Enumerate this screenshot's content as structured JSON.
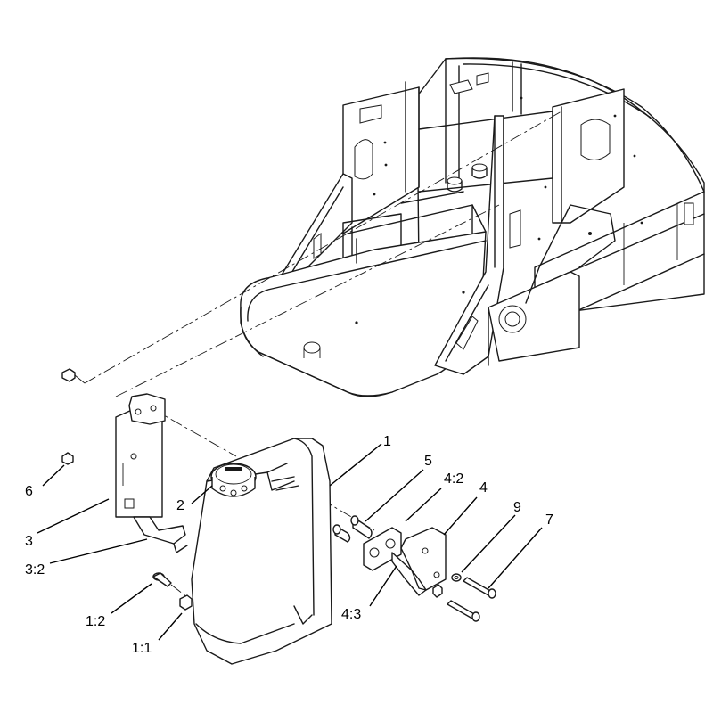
{
  "callouts": {
    "c1": "1",
    "c2": "2",
    "c3": "3",
    "c3_2": "3:2",
    "c4": "4",
    "c4_2": "4:2",
    "c4_3": "4:3",
    "c5": "5",
    "c6": "6",
    "c7": "7",
    "c9": "9",
    "c1_1": "1:1",
    "c1_2": "1:2"
  }
}
